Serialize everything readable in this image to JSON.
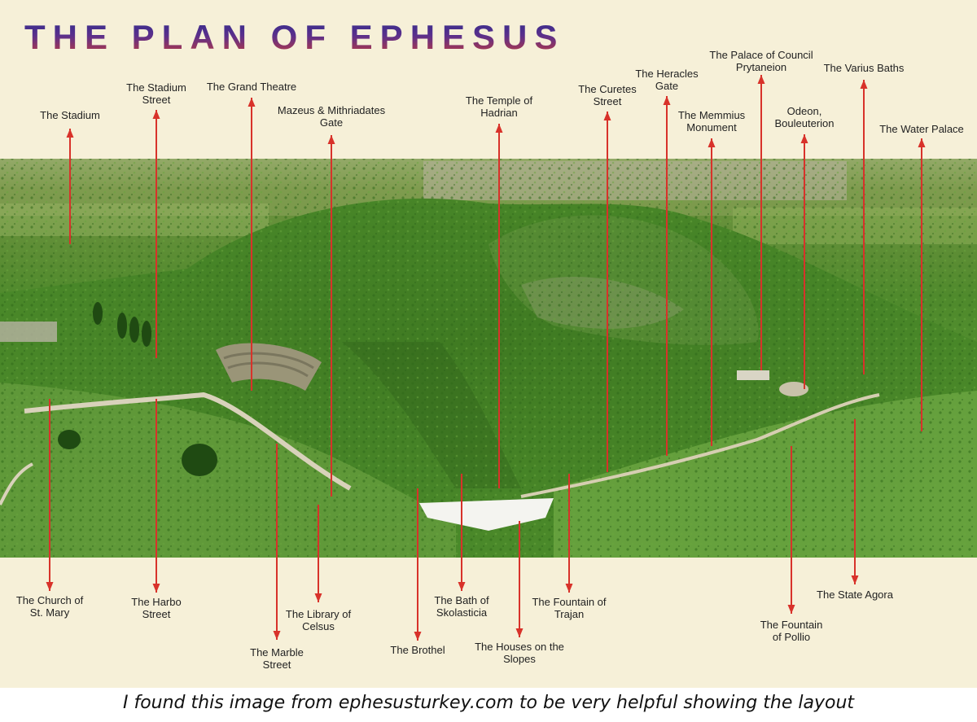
{
  "title": "THE PLAN OF EPHESUS",
  "caption": "I found this image from ephesusturkey.com to be very helpful showing the layout",
  "colors": {
    "arrow": "#d8322a",
    "title_top": "#2f2d8c",
    "title_bottom": "#c23a3a",
    "card": "#f6f0d8"
  },
  "labels": [
    {
      "id": "stadium",
      "lines": [
        "The Stadium"
      ]
    },
    {
      "id": "stadium-street",
      "lines": [
        "The Stadium",
        "Street"
      ]
    },
    {
      "id": "grand-theatre",
      "lines": [
        "The Grand Theatre"
      ]
    },
    {
      "id": "mazeus-gate",
      "lines": [
        "Mazeus & Mithriadates",
        "Gate"
      ]
    },
    {
      "id": "temple-hadrian",
      "lines": [
        "The Temple of",
        "Hadrian"
      ]
    },
    {
      "id": "curetes-street",
      "lines": [
        "The Curetes",
        "Street"
      ]
    },
    {
      "id": "heracles-gate",
      "lines": [
        "The Heracles",
        "Gate"
      ]
    },
    {
      "id": "memmius-monument",
      "lines": [
        "The Memmius",
        "Monument"
      ]
    },
    {
      "id": "prytaneion",
      "lines": [
        "The Palace of Council",
        "Prytaneion"
      ]
    },
    {
      "id": "odeon",
      "lines": [
        "Odeon,",
        "Bouleuterion"
      ]
    },
    {
      "id": "varius-baths",
      "lines": [
        "The Varius Baths"
      ]
    },
    {
      "id": "water-palace",
      "lines": [
        "The Water Palace"
      ]
    },
    {
      "id": "church-mary",
      "lines": [
        "The Church of",
        "St. Mary"
      ]
    },
    {
      "id": "harbor-street",
      "lines": [
        "The Harbo",
        "Street"
      ]
    },
    {
      "id": "marble-street",
      "lines": [
        "The Marble",
        "Street"
      ]
    },
    {
      "id": "library-celsus",
      "lines": [
        "The Library of",
        "Celsus"
      ]
    },
    {
      "id": "brothel",
      "lines": [
        "The Brothel"
      ]
    },
    {
      "id": "bath-skolasticia",
      "lines": [
        "The Bath of",
        "Skolasticia"
      ]
    },
    {
      "id": "houses-slopes",
      "lines": [
        "The Houses on the",
        "Slopes"
      ]
    },
    {
      "id": "fountain-trajan",
      "lines": [
        "The Fountain of",
        "Trajan"
      ]
    },
    {
      "id": "fountain-pollio",
      "lines": [
        "The Fountain",
        "of Pollio"
      ]
    },
    {
      "id": "state-agora",
      "lines": [
        "The State Agora"
      ]
    }
  ]
}
